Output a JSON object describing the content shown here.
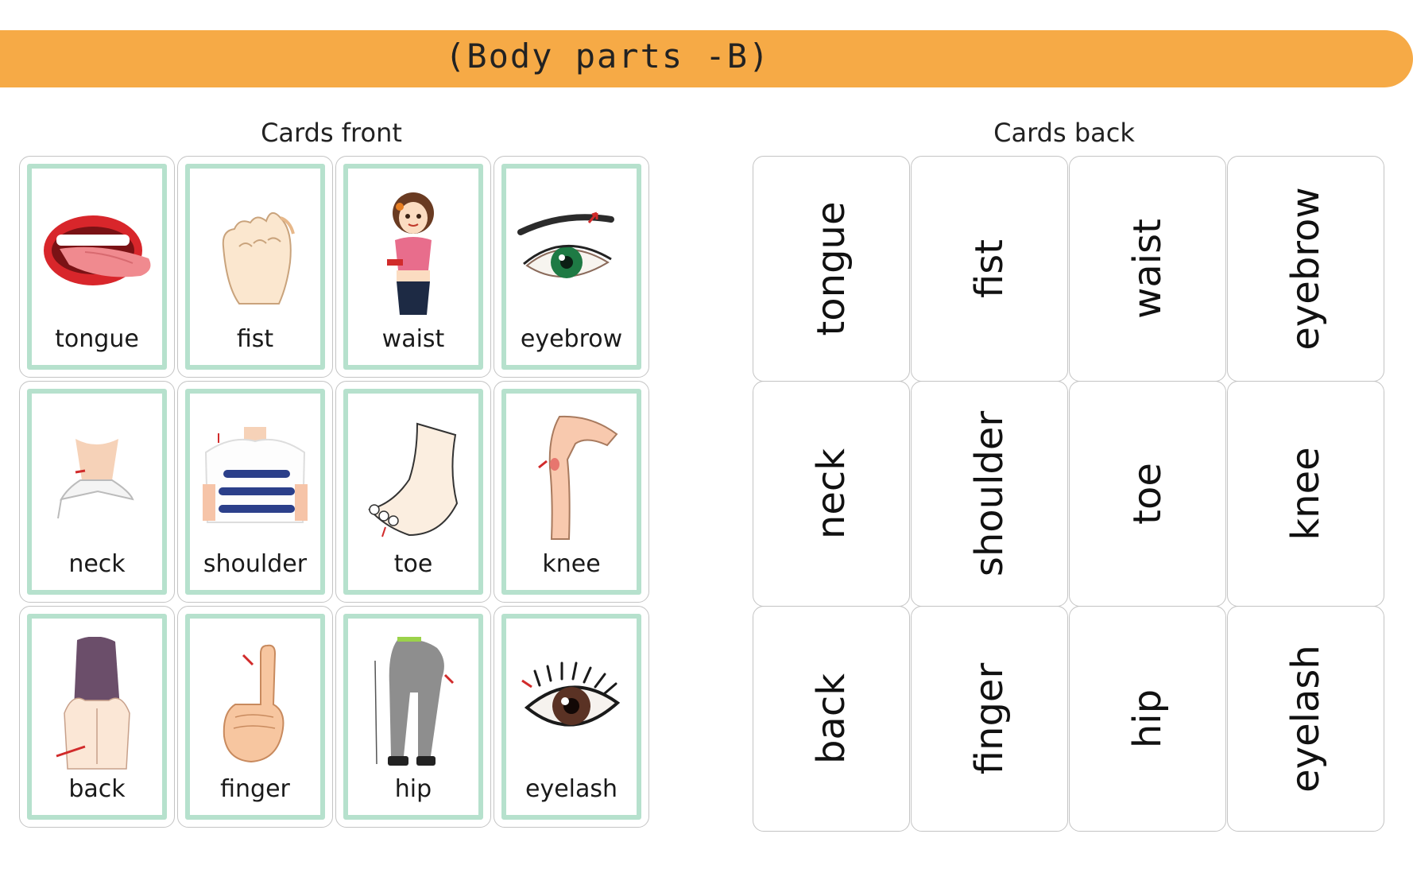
{
  "header": {
    "title": "(Body parts -B)"
  },
  "front": {
    "title": "Cards front",
    "cards": [
      {
        "label": "tongue",
        "icon": "tongue-icon"
      },
      {
        "label": "fist",
        "icon": "fist-icon"
      },
      {
        "label": "waist",
        "icon": "waist-icon"
      },
      {
        "label": "eyebrow",
        "icon": "eyebrow-icon"
      },
      {
        "label": "neck",
        "icon": "neck-icon"
      },
      {
        "label": "shoulder",
        "icon": "shoulder-icon"
      },
      {
        "label": "toe",
        "icon": "toe-icon"
      },
      {
        "label": "knee",
        "icon": "knee-icon"
      },
      {
        "label": "back",
        "icon": "back-icon"
      },
      {
        "label": "finger",
        "icon": "finger-icon"
      },
      {
        "label": "hip",
        "icon": "hip-icon"
      },
      {
        "label": "eyelash",
        "icon": "eyelash-icon"
      }
    ]
  },
  "back": {
    "title": "Cards back",
    "cards": [
      "tongue",
      "fist",
      "waist",
      "eyebrow",
      "neck",
      "shoulder",
      "toe",
      "knee",
      "back",
      "finger",
      "hip",
      "eyelash"
    ]
  },
  "colors": {
    "banner": "#f6aa46",
    "card_frame": "#b6e1cd",
    "card_border": "#c4c4c4"
  }
}
